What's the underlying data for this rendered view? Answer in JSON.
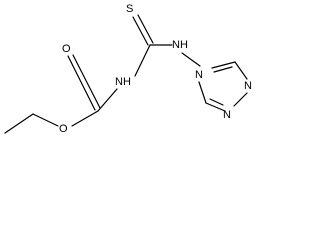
{
  "atoms": {
    "carbonyl_oxygen": "O",
    "ester_oxygen": "O",
    "amide_nitrogen": "NH",
    "thiocarbonyl_sulfur": "S",
    "thioamide_nitrogen": "NH",
    "triazole_n4": "N",
    "triazole_n1": "N",
    "triazole_n2": "N"
  },
  "colors": {
    "bond": "#000000",
    "label": "#000000",
    "background": "#ffffff"
  }
}
